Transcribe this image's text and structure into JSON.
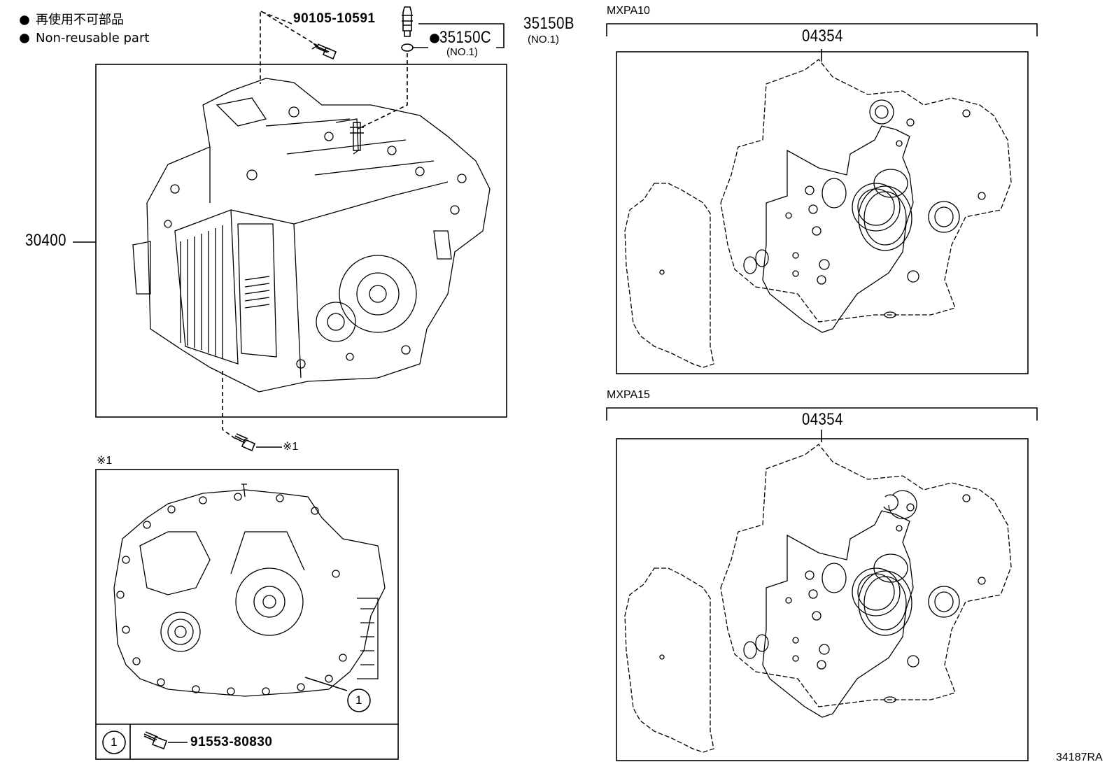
{
  "legend": {
    "line_ja": "再使用不可部品",
    "line_en": "Non-reusable part"
  },
  "parts": {
    "bolt_top": "90105-10591",
    "sensor": "35150B",
    "sensor_sub": "(NO.1)",
    "oring": "35150C",
    "oring_sub": "(NO.1)",
    "transaxle": "30400",
    "bolt_ref": "※1",
    "detail_ref": "※1",
    "detail_circle": "1",
    "table_circle": "1",
    "table_bolt": "91553-80830"
  },
  "kits": [
    {
      "model": "MXPA10",
      "part": "04354"
    },
    {
      "model": "MXPA15",
      "part": "04354"
    }
  ],
  "drawing_ref": "34187RA"
}
